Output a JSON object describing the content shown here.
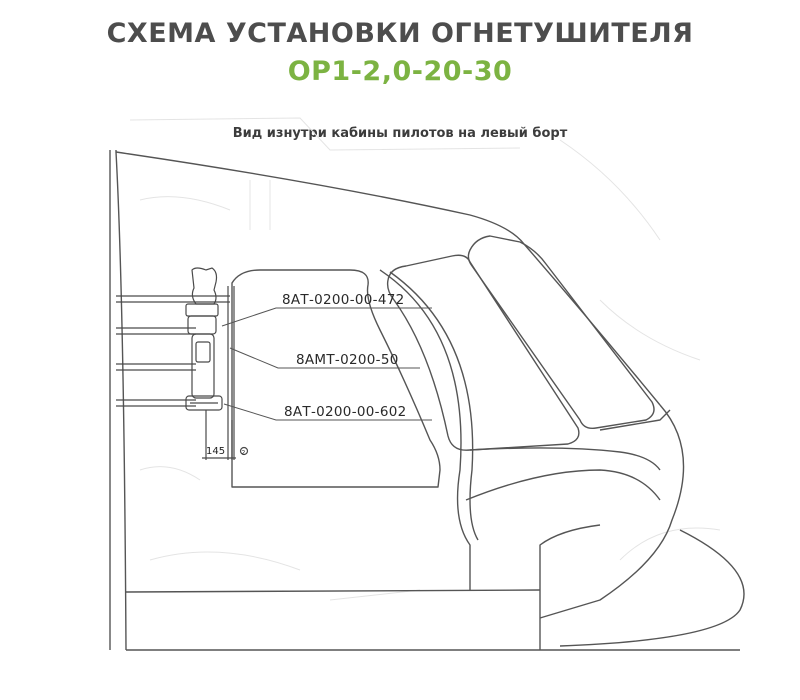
{
  "header": {
    "title": "СХЕМА УСТАНОВКИ ОГНЕТУШИТЕЛЯ",
    "subtitle": "ОР1-2,0-20-30",
    "caption": "Вид изнутри кабины пилотов на левый борт"
  },
  "callouts": {
    "part_1": "8АТ-0200-00-472",
    "part_2": "8АМТ-0200-50",
    "part_3": "8АТ-0200-00-602"
  },
  "dimension": {
    "value": "145",
    "marker": "2"
  },
  "colors": {
    "title": "#4d4d4d",
    "subtitle": "#7cb342",
    "line": "#555555"
  }
}
